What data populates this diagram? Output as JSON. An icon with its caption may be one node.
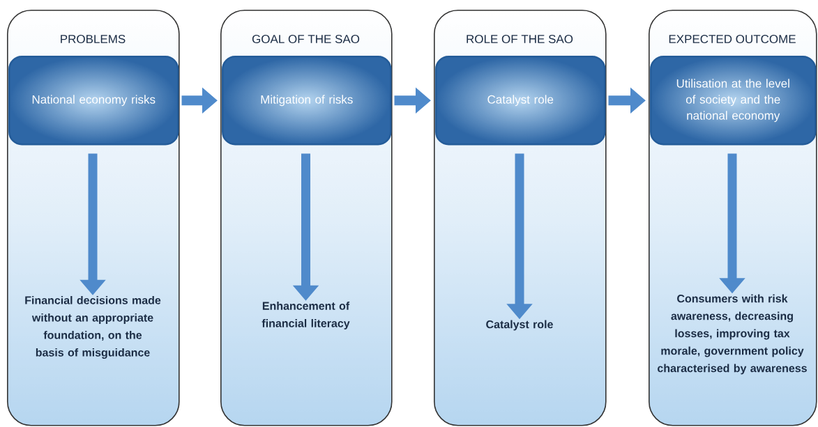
{
  "diagram": {
    "nodes": [
      {
        "text": [
          "PROBLEMS"
        ]
      },
      {
        "text": [
          "National economy risks"
        ],
        "in": 0
      },
      {
        "text": [
          "Financial decisions made without an appropriate foundation, on the basis of misguidance"
        ],
        "in": 0
      },
      {
        "text": [
          "GOAL OF THE SAO"
        ]
      },
      {
        "text": [
          "Mitigation of risks"
        ],
        "in": 3
      },
      {
        "text": [
          "Enhancement of financial literacy"
        ],
        "in": 3
      },
      {
        "text": [
          "ROLE OF THE SAO"
        ]
      },
      {
        "text": [
          "Catalyst role"
        ],
        "in": 6
      },
      {
        "text": [
          "Catalyst role"
        ],
        "in": 6
      },
      {
        "text": [
          "EXPECTED OUTCOME"
        ]
      },
      {
        "text": [
          "Utilisation at the level of society and the national economy"
        ],
        "in": 9
      },
      {
        "text": [
          "Consumers with risk awareness, decreasing losses, improving tax morale, government policy characterised by awareness"
        ],
        "in": 9
      }
    ],
    "edges": [
      {
        "from": 1,
        "to": 4,
        "arrow": "to"
      },
      {
        "from": 4,
        "to": 7,
        "arrow": "to"
      },
      {
        "from": 7,
        "to": 10,
        "arrow": "to"
      },
      {
        "from": 1,
        "to": 2,
        "arrow": "to"
      },
      {
        "from": 4,
        "to": 5,
        "arrow": "to"
      },
      {
        "from": 7,
        "to": 8,
        "arrow": "to"
      },
      {
        "from": 10,
        "to": 11,
        "arrow": "to"
      }
    ]
  }
}
